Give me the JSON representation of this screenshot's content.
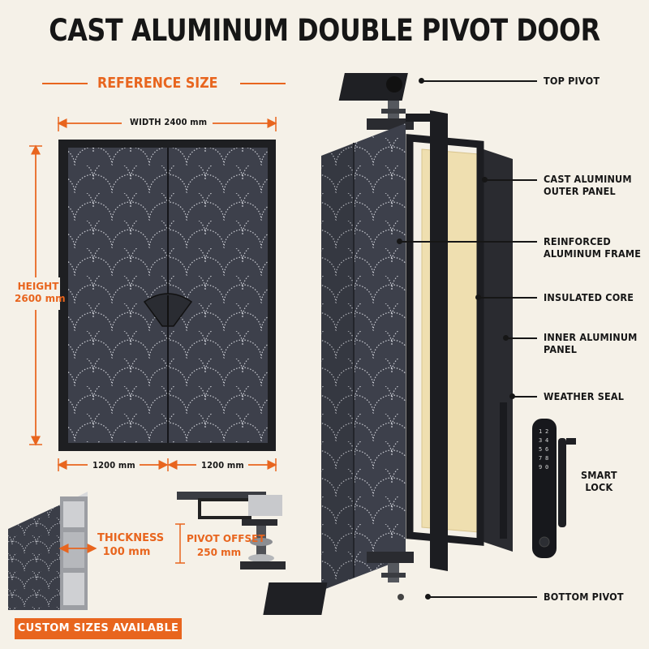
{
  "title": "CAST ALUMINUM DOUBLE PIVOT DOOR",
  "reference": {
    "heading": "REFERENCE SIZE",
    "width": "WIDTH 2400 mm",
    "height_line1": "HEIGHT",
    "height_line2": "2600 mm",
    "leaf_left": "1200 mm",
    "leaf_right": "1200 mm"
  },
  "details": {
    "thickness_line1": "THICKNESS",
    "thickness_line2": "100 mm",
    "pivot_offset_line1": "PIVOT OFFSET",
    "pivot_offset_line2": "250 mm"
  },
  "components": {
    "top_pivot": "TOP PIVOT",
    "outer_panel_line1": "CAST ALUMINUM",
    "outer_panel_line2": "OUTER PANEL",
    "frame_line1": "REINFORCED",
    "frame_line2": "ALUMINUM FRAME",
    "core": "INSULATED CORE",
    "inner_panel_line1": "INNER ALUMINUM",
    "inner_panel_line2": "PANEL",
    "seal": "WEATHER SEAL",
    "lock_line1": "SMART",
    "lock_line2": "LOCK",
    "bottom_pivot": "BOTTOM PIVOT"
  },
  "keypad_digits": [
    "1",
    "2",
    "3",
    "4",
    "5",
    "6",
    "7",
    "8",
    "9",
    "0"
  ],
  "footer_badge": "CUSTOM SIZES AVAILABLE",
  "colors": {
    "accent": "#e8651e",
    "dark": "#161616",
    "background": "#f5f1e8",
    "panel": "#3b3e48",
    "core": "#efdfb0"
  }
}
